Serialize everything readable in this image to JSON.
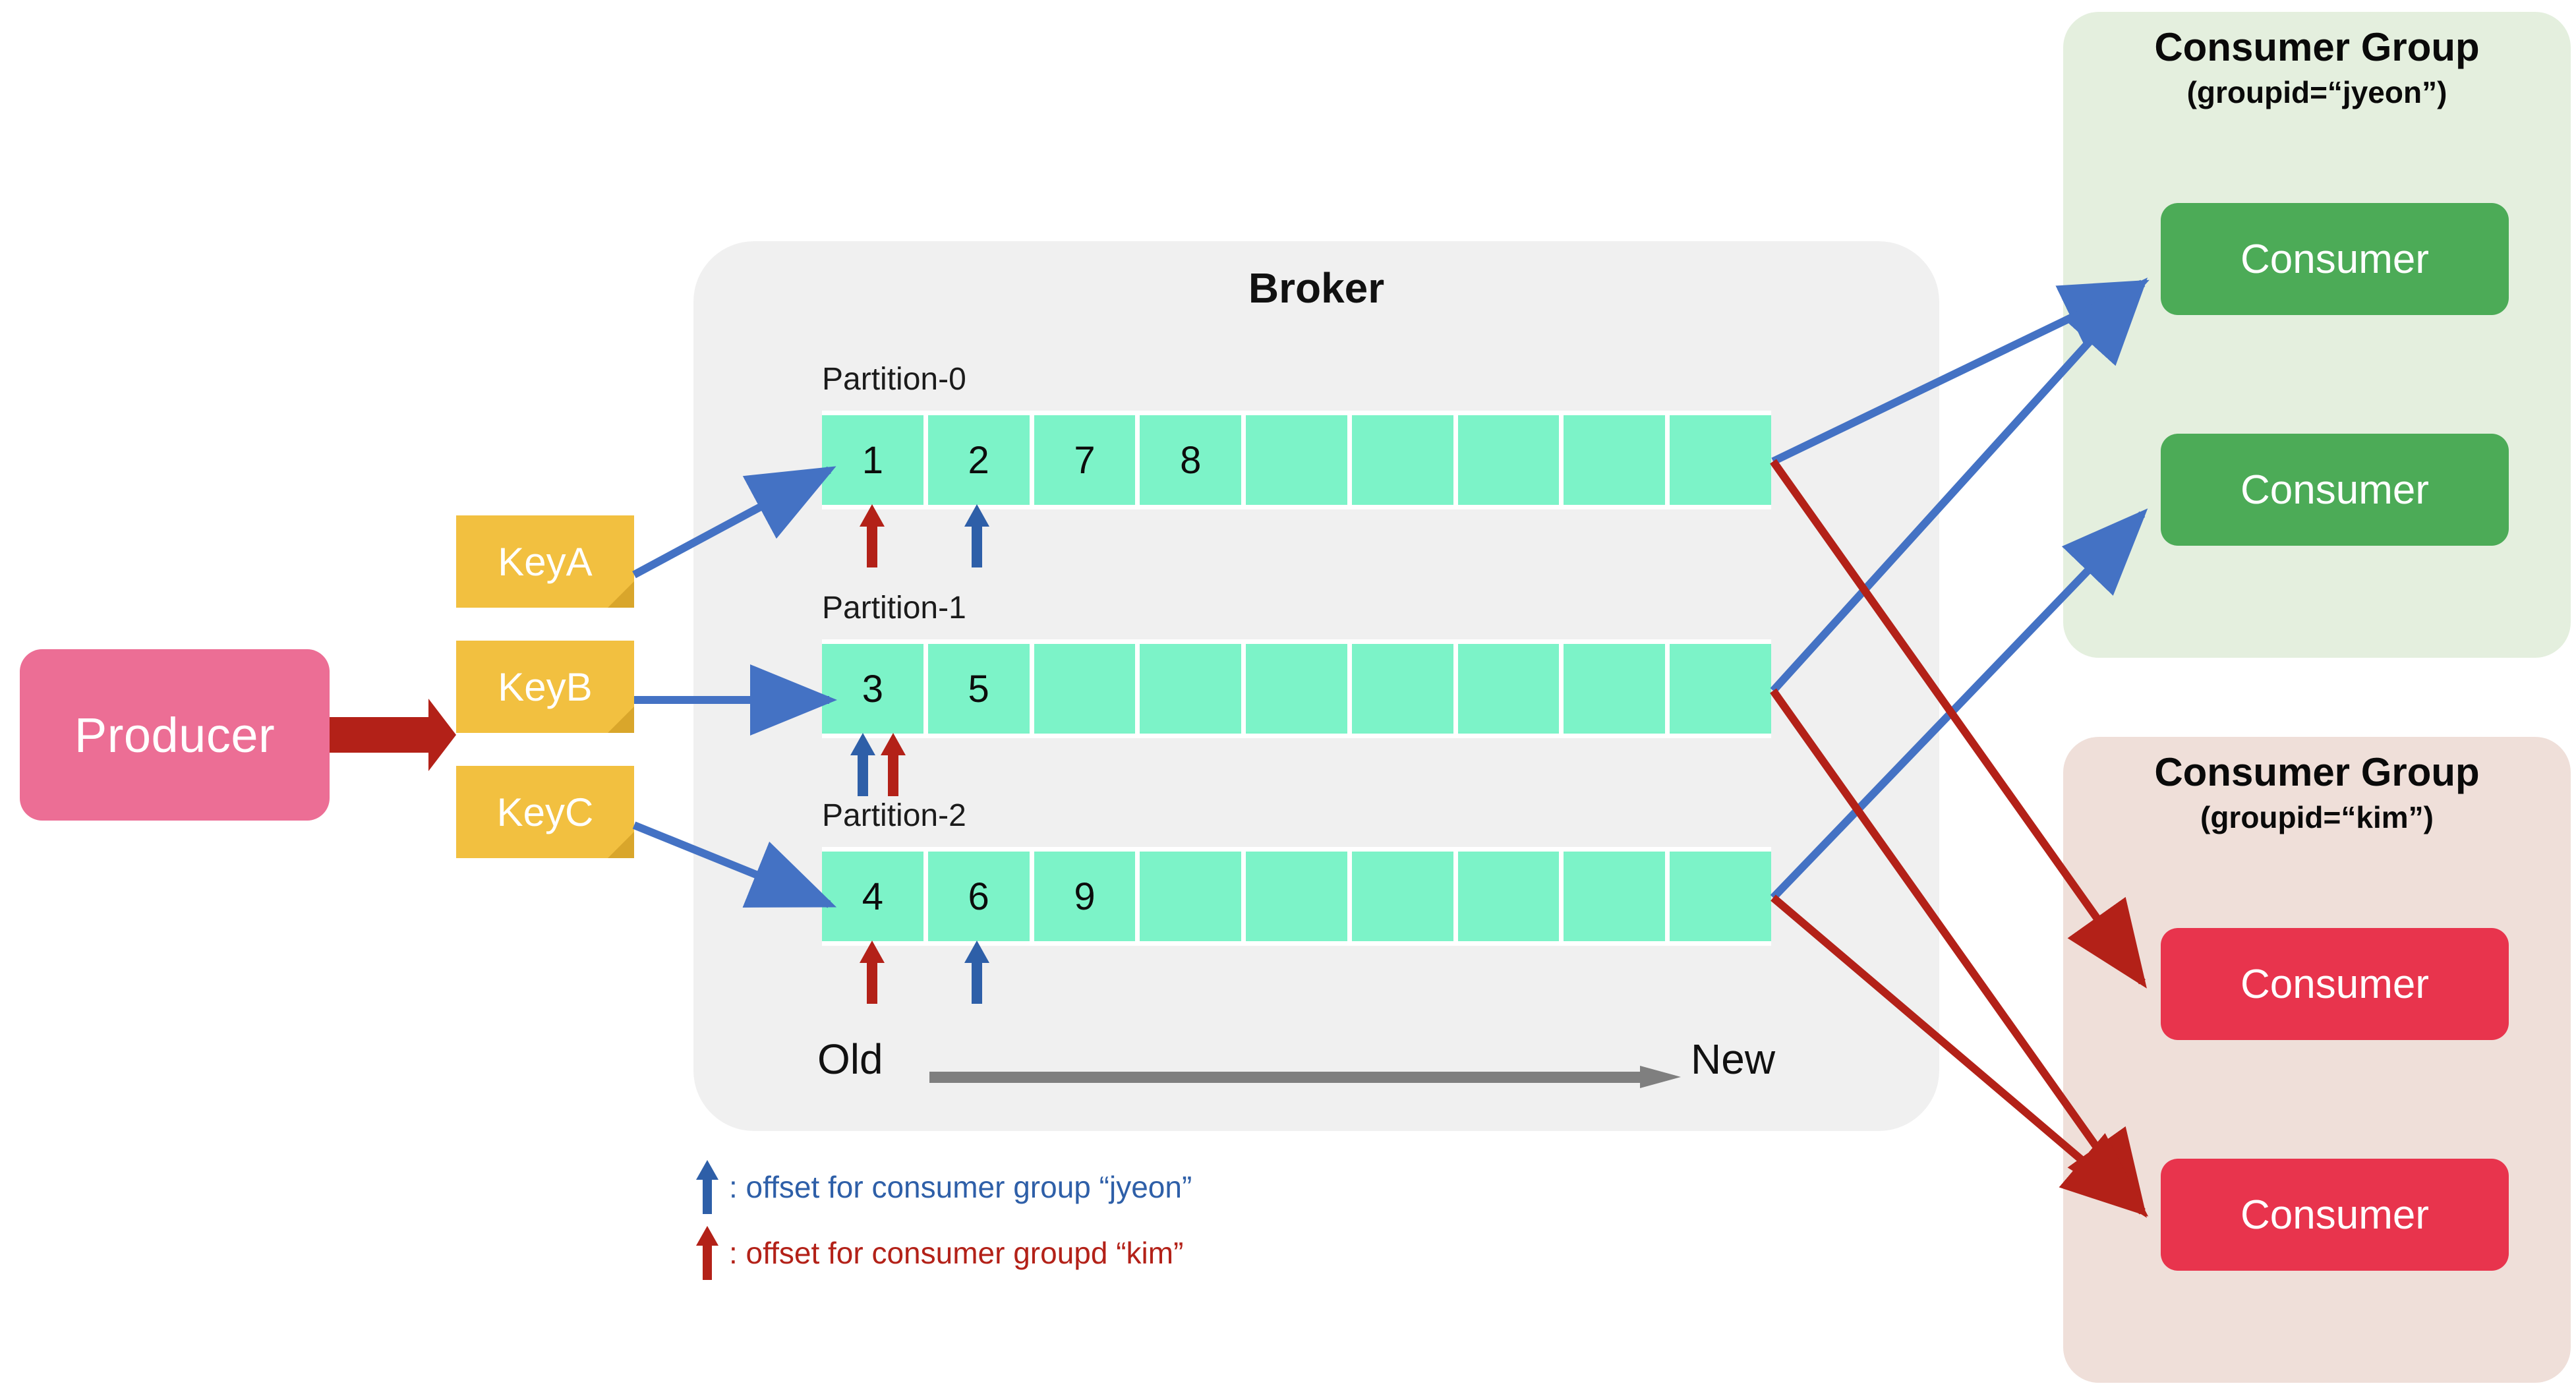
{
  "producer": {
    "label": "Producer",
    "color": "#EC6E95"
  },
  "keys": [
    {
      "label": "KeyA",
      "color": "#F2C040"
    },
    {
      "label": "KeyB",
      "color": "#F2C040"
    },
    {
      "label": "KeyC",
      "color": "#F2C040"
    }
  ],
  "broker": {
    "title": "Broker",
    "background": "#F0F0F0",
    "cell_color": "#7CF3C8",
    "cell_count": 9,
    "partitions": [
      {
        "label": "Partition-0",
        "cells": [
          "1",
          "2",
          "7",
          "8",
          "",
          "",
          "",
          "",
          ""
        ],
        "offsets": {
          "kim_cell_index": 0,
          "jyeon_cell_index": 1
        }
      },
      {
        "label": "Partition-1",
        "cells": [
          "3",
          "5",
          "",
          "",
          "",
          "",
          "",
          "",
          ""
        ],
        "offsets": {
          "kim_cell_index": 0,
          "jyeon_cell_index": 0
        }
      },
      {
        "label": "Partition-2",
        "cells": [
          "4",
          "6",
          "9",
          "",
          "",
          "",
          "",
          "",
          ""
        ],
        "offsets": {
          "kim_cell_index": 0,
          "jyeon_cell_index": 1
        }
      }
    ],
    "axis": {
      "old_label": "Old",
      "new_label": "New",
      "arrow_color": "#7F7F7F"
    }
  },
  "legend": [
    {
      "arrow_color": "#2E5FA8",
      "text": ": offset for consumer group “jyeon”"
    },
    {
      "arrow_color": "#B32118",
      "text": ": offset for consumer groupd “kim”"
    }
  ],
  "consumer_groups": [
    {
      "title": "Consumer Group",
      "subtitle": "(groupid=“jyeon”)",
      "panel_color": "#E4EFDE",
      "consumer_color": "#4CAB57",
      "consumers": [
        {
          "label": "Consumer"
        },
        {
          "label": "Consumer"
        }
      ]
    },
    {
      "title": "Consumer Group",
      "subtitle": "(groupid=“kim”)",
      "panel_color": "#EFDFD9",
      "consumer_color": "#E8344D",
      "consumers": [
        {
          "label": "Consumer"
        },
        {
          "label": "Consumer"
        }
      ]
    }
  ],
  "colors": {
    "producer_arrow": "#B32118",
    "key_to_partition_arrow": "#4472C4",
    "jyeon_link": "#4472C4",
    "kim_link": "#B32118"
  }
}
